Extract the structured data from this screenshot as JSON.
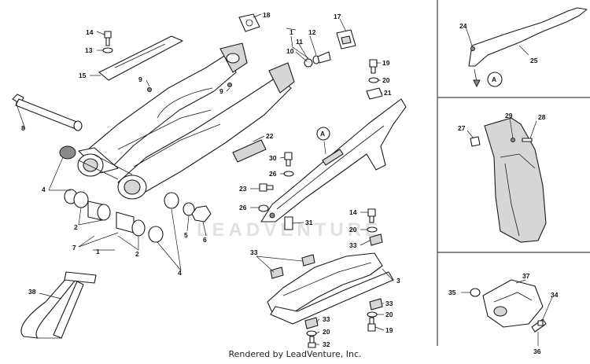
{
  "caption": "Rendered by LeadVenture, Inc.",
  "watermark": "LEADVENTURE",
  "callouts": {
    "c1a": "1",
    "c1b": "1",
    "c2a": "2",
    "c2b": "2",
    "c3": "3",
    "c4a": "4",
    "c4b": "4",
    "c5": "5",
    "c6": "6",
    "c7": "7",
    "c8": "8",
    "c9a": "9",
    "c9b": "9",
    "c10": "10",
    "c11": "11",
    "c12": "12",
    "c13": "13",
    "c14a": "14",
    "c14b": "14",
    "c15": "15",
    "c17": "17",
    "c18": "18",
    "c19a": "19",
    "c19b": "19",
    "c20a": "20",
    "c20b": "20",
    "c20c": "20",
    "c20d": "20",
    "c21": "21",
    "c22": "22",
    "c23": "23",
    "c24": "24",
    "c25": "25",
    "c26a": "26",
    "c26b": "26",
    "c27": "27",
    "c28": "28",
    "c29": "29",
    "c30": "30",
    "c31": "31",
    "c32": "32",
    "c33a": "33",
    "c33b": "33",
    "c33c": "33",
    "c33d": "33",
    "c34": "34",
    "c35": "35",
    "c36": "36",
    "c37": "37",
    "c38": "38"
  },
  "refs": {
    "ref_main": "A",
    "ref_inset": "A"
  }
}
